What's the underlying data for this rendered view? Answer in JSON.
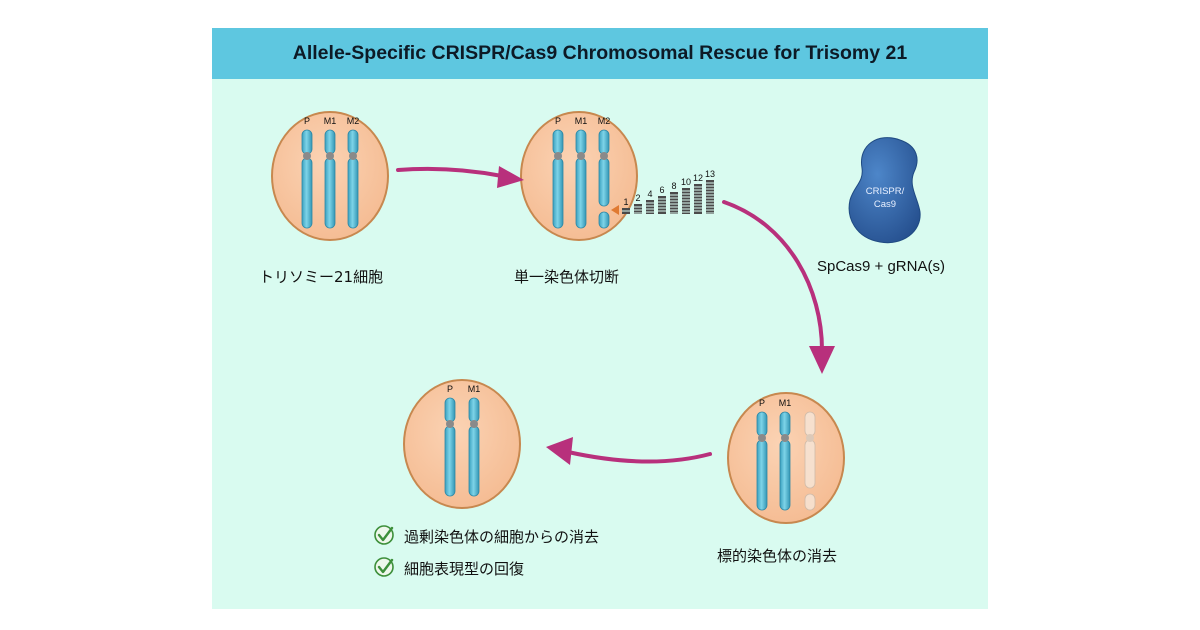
{
  "title": "Allele-Specific CRISPR/Cas9 Chromosomal Rescue for Trisomy 21",
  "chromosome_labels": {
    "p": "P",
    "m1": "M1",
    "m2": "M2"
  },
  "stages": {
    "trisomy": "トリソミー21細胞",
    "single_cut": "単一染色体切断",
    "target_elimination": "標的染色体の消去",
    "rescued": ""
  },
  "cut_site_numbers": [
    "1",
    "2",
    "4",
    "6",
    "8",
    "10",
    "12",
    "13"
  ],
  "cas9": {
    "protein_label_1": "CRISPR/",
    "protein_label_2": "Cas9",
    "reagent": "SpCas9 + gRNA(s)"
  },
  "outcomes": [
    "過剰染色体の細胞からの消去",
    "細胞表現型の回復"
  ],
  "colors": {
    "title_bar": "#5ec7e0",
    "panel": "#d9fbf0",
    "cell_fill": "#f9c9a4",
    "cell_border": "#c7884f",
    "chromosome": "#5dbfd6",
    "arrow": "#b8307c",
    "cas9": "#2f64aa",
    "check": "#3d8f3a"
  }
}
